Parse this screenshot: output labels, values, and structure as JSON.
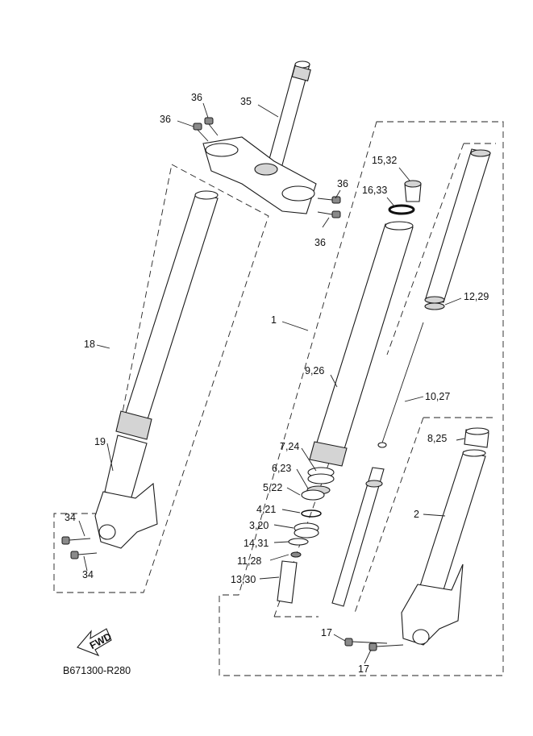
{
  "diagram_code": "B671300-R280",
  "fwd_label": "FWD",
  "callouts": {
    "c1": "1",
    "c2": "2",
    "c3_20": "3,20",
    "c4_21": "4,21",
    "c5_22": "5,22",
    "c6_23": "6,23",
    "c7_24": "7,24",
    "c8_25": "8,25",
    "c9_26": "9,26",
    "c10_27": "10,27",
    "c11_28": "11,28",
    "c12_29": "12,29",
    "c13_30": "13,30",
    "c14_31": "14,31",
    "c15_32": "15,32",
    "c16_33": "16,33",
    "c17_a": "17",
    "c17_b": "17",
    "c18": "18",
    "c19": "19",
    "c34_a": "34",
    "c34_b": "34",
    "c35": "35",
    "c36_a": "36",
    "c36_b": "36",
    "c36_c": "36",
    "c36_d": "36"
  }
}
